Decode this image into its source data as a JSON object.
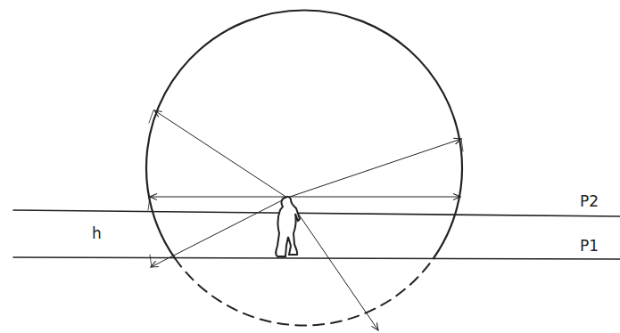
{
  "diagram": {
    "labels": [
      "h",
      "P2",
      "P1"
    ]
  }
}
